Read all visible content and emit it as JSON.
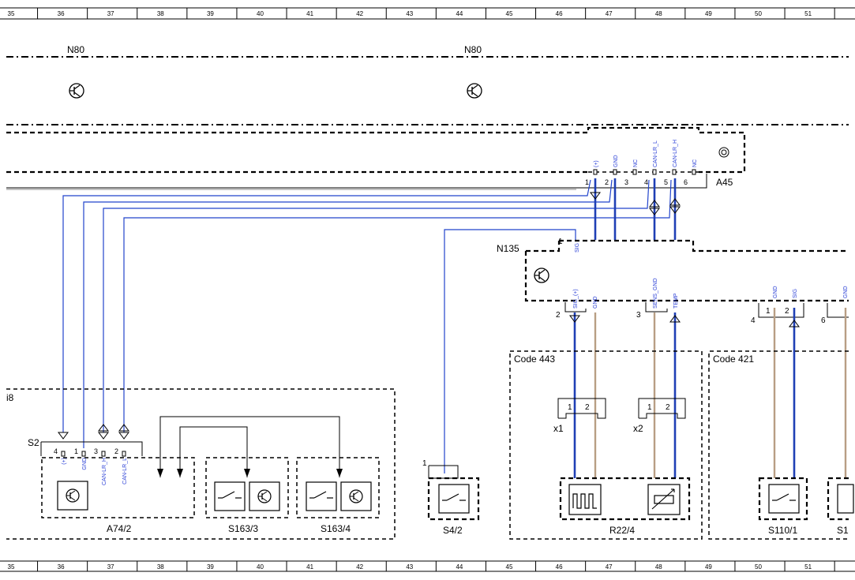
{
  "ruler": {
    "top": [
      "35",
      "36",
      "37",
      "38",
      "39",
      "40",
      "41",
      "42",
      "43",
      "44",
      "45",
      "46",
      "47",
      "48",
      "49",
      "50",
      "51"
    ],
    "bottom": [
      "35",
      "36",
      "37",
      "38",
      "39",
      "40",
      "41",
      "42",
      "43",
      "44",
      "45",
      "46",
      "47",
      "48",
      "49",
      "50",
      "51"
    ]
  },
  "modules": {
    "n80_left": "N80",
    "n80_right": "N80",
    "a45": "A45",
    "n135": "N135",
    "code443": "Code 443",
    "code421": "Code 421",
    "left_box_cut": "i8",
    "s2": "S2",
    "a74_2": "A74/2",
    "s163_3": "S163/3",
    "s163_4": "S163/4",
    "s4_2": "S4/2",
    "r22_4": "R22/4",
    "s110_1": "S110/1",
    "s1_cut": "S1",
    "x1": "x1",
    "x2": "x2"
  },
  "a45_pins": {
    "labels": [
      "(+)",
      "GND",
      "NC",
      "CAN-LR_L",
      "CAN-LR_H",
      "NC"
    ],
    "numbers": [
      "1",
      "2",
      "3",
      "4",
      "5",
      "6"
    ]
  },
  "n135_pins": {
    "sig_top": "SIG",
    "sig_top_num": "1",
    "bottom_labels": [
      "SIG_(+)",
      "GND",
      "SENS_GND",
      "TEMP"
    ],
    "bottom_nums": [
      "2",
      "3"
    ],
    "right_labels": [
      "GND",
      "SIG"
    ],
    "right_nums": [
      "1",
      "2"
    ],
    "side_nums": [
      "4",
      "6"
    ]
  },
  "s2_pins": {
    "labels": [
      "(+)",
      "GND",
      "CAN-LR_H",
      "CAN-LR_L"
    ],
    "numbers": [
      "4",
      "1",
      "3",
      "2"
    ]
  },
  "connector_pins": {
    "x1": [
      "1",
      "2"
    ],
    "x2": [
      "1",
      "2"
    ],
    "s4_2_pin": "1"
  }
}
